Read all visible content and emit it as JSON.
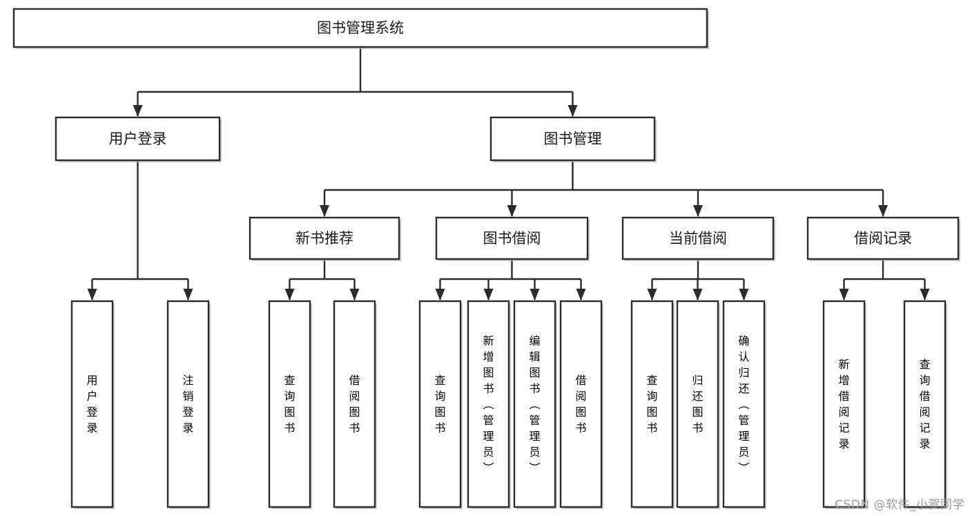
{
  "diagram": {
    "type": "tree-hierarchy",
    "title": "图书管理系统",
    "watermark": "CSDN @软件_小贺同学",
    "colors": {
      "stroke": "#2b2b2b",
      "fill": "#ffffff",
      "shadow": "#b8b8b8",
      "text": "#1a1a1a",
      "watermark": "#9a9a9a"
    },
    "levels": {
      "root": {
        "label": "图书管理系统"
      },
      "level2": [
        {
          "label": "用户登录"
        },
        {
          "label": "图书管理"
        }
      ],
      "level3": [
        {
          "label": "新书推荐"
        },
        {
          "label": "图书借阅"
        },
        {
          "label": "当前借阅"
        },
        {
          "label": "借阅记录"
        }
      ]
    },
    "groups": [
      {
        "parent": "用户登录",
        "leaves": [
          {
            "label": "用户登录"
          },
          {
            "label": "注销登录"
          }
        ]
      },
      {
        "parent": "新书推荐",
        "leaves": [
          {
            "label": "查询图书"
          },
          {
            "label": "借阅图书"
          }
        ]
      },
      {
        "parent": "图书借阅",
        "leaves": [
          {
            "label": "查询图书"
          },
          {
            "label": "新增图书（管理员）"
          },
          {
            "label": "编辑图书（管理员）"
          },
          {
            "label": "借阅图书"
          }
        ]
      },
      {
        "parent": "当前借阅",
        "leaves": [
          {
            "label": "查询图书"
          },
          {
            "label": "归还图书"
          },
          {
            "label": "确认归还（管理员）"
          }
        ]
      },
      {
        "parent": "借阅记录",
        "leaves": [
          {
            "label": "新增借阅记录"
          },
          {
            "label": "查询借阅记录"
          }
        ]
      }
    ]
  }
}
